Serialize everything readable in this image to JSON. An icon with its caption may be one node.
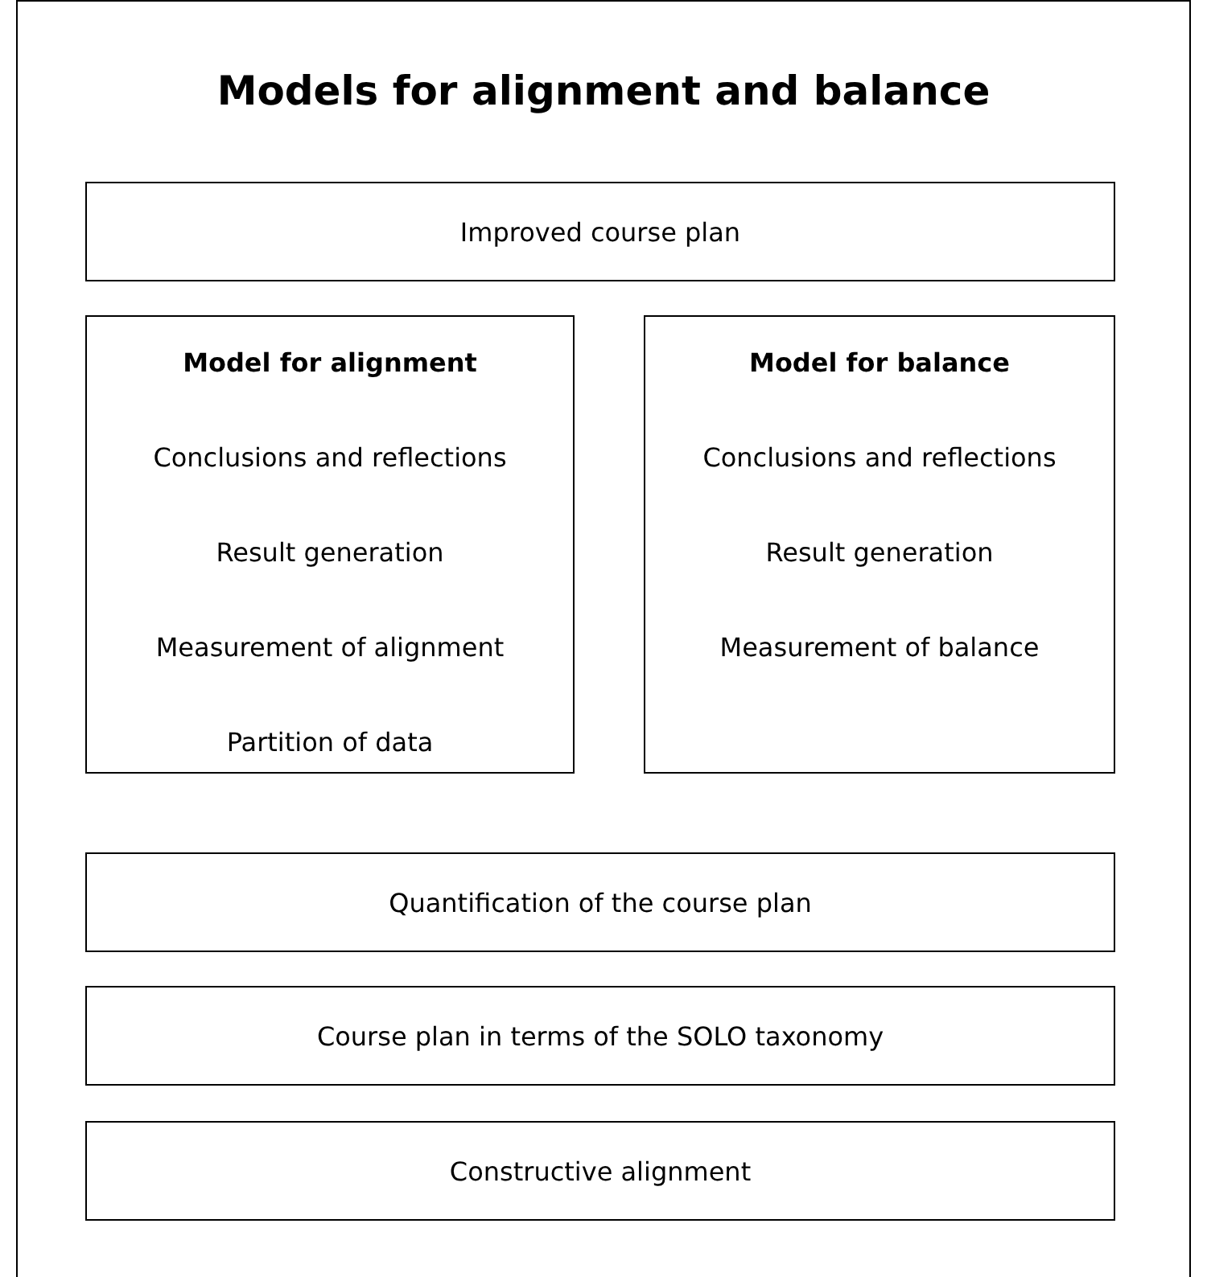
{
  "diagram": {
    "title": "Models for alignment and balance",
    "nodes": [
      {
        "text": [
          "Improved course plan"
        ]
      },
      {
        "text": [
          "Model for alignment",
          "Conclusions and reflections",
          "Result generation",
          "Measurement of alignment",
          "Partition of data"
        ]
      },
      {
        "text": [
          "Model for balance",
          "Conclusions and reflections",
          "Result generation",
          "Measurement of balance"
        ]
      },
      {
        "text": [
          "Quantification of the course plan"
        ]
      },
      {
        "text": [
          "Course plan in terms of the SOLO taxonomy"
        ]
      },
      {
        "text": [
          "Constructive alignment"
        ]
      }
    ],
    "edges": []
  }
}
